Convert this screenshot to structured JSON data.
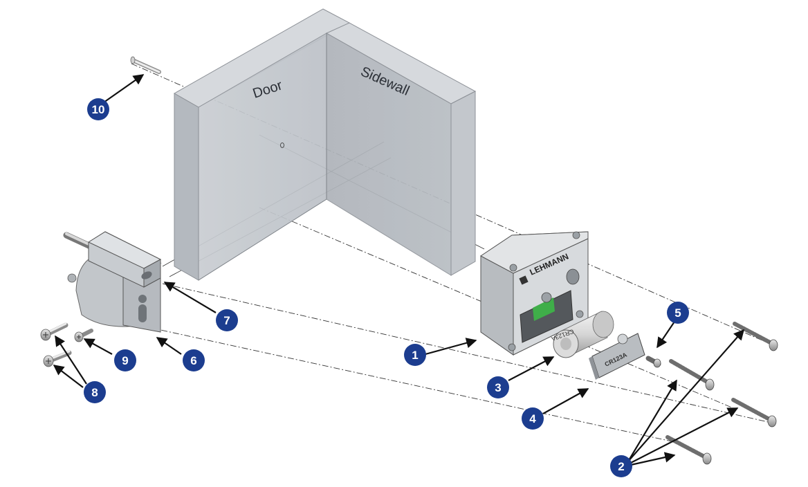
{
  "labels": {
    "door": "Door",
    "sidewall": "Sidewall",
    "brand": "LEHMANN",
    "battery_text": "CR123A",
    "cover_text": "CR123A"
  },
  "callouts": [
    "1",
    "2",
    "3",
    "4",
    "5",
    "6",
    "7",
    "8",
    "9",
    "10"
  ],
  "colors": {
    "callout": "#1c3d8f",
    "wall": "#c5c9cf",
    "housing": "#d8dbde",
    "pcb": "#3fae49"
  },
  "icons": {
    "arrow": "arrowhead",
    "screw": "wood-screw",
    "pin": "guide-pin"
  }
}
